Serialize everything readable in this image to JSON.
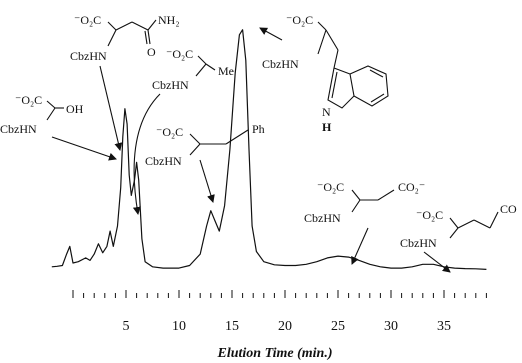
{
  "chart_data": {
    "type": "line",
    "title": "",
    "xlabel": "Elution Time (min.)",
    "ylabel": "",
    "xlim": [
      -4,
      39
    ],
    "ylim": [
      0,
      100
    ],
    "x_ticks": [
      5,
      10,
      15,
      20,
      25,
      30,
      35
    ],
    "grid": false,
    "legend": "none",
    "series": [
      {
        "points": [
          [
            -2.0,
            4.0
          ],
          [
            -1.5,
            4.2
          ],
          [
            -1.0,
            4.5
          ],
          [
            -0.6,
            9.0
          ],
          [
            -0.3,
            12.0
          ],
          [
            0.0,
            5.5
          ],
          [
            0.5,
            6.0
          ],
          [
            1.2,
            7.5
          ],
          [
            1.6,
            6.5
          ],
          [
            2.0,
            9.0
          ],
          [
            2.4,
            13.0
          ],
          [
            2.8,
            9.5
          ],
          [
            3.2,
            12.0
          ],
          [
            3.5,
            18.0
          ],
          [
            3.8,
            12.0
          ],
          [
            4.2,
            20.0
          ],
          [
            4.5,
            35.0
          ],
          [
            4.7,
            55.0
          ],
          [
            4.9,
            66.0
          ],
          [
            5.1,
            60.0
          ],
          [
            5.3,
            40.0
          ],
          [
            5.5,
            32.0
          ],
          [
            5.8,
            38.0
          ],
          [
            6.0,
            45.0
          ],
          [
            6.2,
            38.0
          ],
          [
            6.5,
            15.0
          ],
          [
            6.8,
            6.0
          ],
          [
            7.5,
            4.0
          ],
          [
            8.5,
            3.5
          ],
          [
            10.0,
            3.5
          ],
          [
            11.0,
            4.5
          ],
          [
            12.0,
            9.0
          ],
          [
            12.6,
            20.0
          ],
          [
            13.0,
            26.0
          ],
          [
            13.4,
            22.0
          ],
          [
            13.8,
            18.0
          ],
          [
            14.3,
            28.0
          ],
          [
            14.8,
            50.0
          ],
          [
            15.3,
            80.0
          ],
          [
            15.7,
            95.0
          ],
          [
            16.0,
            97.0
          ],
          [
            16.3,
            85.0
          ],
          [
            16.6,
            50.0
          ],
          [
            16.9,
            20.0
          ],
          [
            17.3,
            10.0
          ],
          [
            18.0,
            6.0
          ],
          [
            19.0,
            4.8
          ],
          [
            20.0,
            4.5
          ],
          [
            21.0,
            4.5
          ],
          [
            22.0,
            5.0
          ],
          [
            23.0,
            6.0
          ],
          [
            24.0,
            7.5
          ],
          [
            25.0,
            8.2
          ],
          [
            26.0,
            7.8
          ],
          [
            27.0,
            6.5
          ],
          [
            28.0,
            5.0
          ],
          [
            29.0,
            4.0
          ],
          [
            30.0,
            3.5
          ],
          [
            31.0,
            3.5
          ],
          [
            32.0,
            4.0
          ],
          [
            33.0,
            5.0
          ],
          [
            34.0,
            5.0
          ],
          [
            35.0,
            4.0
          ],
          [
            36.0,
            3.5
          ],
          [
            37.0,
            3.3
          ],
          [
            38.0,
            3.2
          ],
          [
            39.0,
            3.0
          ]
        ]
      }
    ],
    "annotations": [
      {
        "id": "ser",
        "lines": [
          "⁻O₂C",
          "CbzHN",
          "OH"
        ],
        "peak_x": 4.9
      },
      {
        "id": "asn",
        "lines": [
          "⁻O₂C",
          "NH₂",
          "CbzHN",
          "O"
        ],
        "peak_x": 4.9
      },
      {
        "id": "ala",
        "lines": [
          "⁻O₂C",
          "Me",
          "CbzHN"
        ],
        "peak_x": 6.0
      },
      {
        "id": "phe",
        "lines": [
          "⁻O₂C",
          "Ph",
          "CbzHN"
        ],
        "peak_x": 13.0
      },
      {
        "id": "trp",
        "lines": [
          "⁻O₂C",
          "CbzHN",
          "N",
          "H"
        ],
        "peak_x": 16.0
      },
      {
        "id": "asp",
        "lines": [
          "⁻O₂C",
          "CO₂⁻",
          "CbzHN"
        ],
        "peak_x": 25.0
      },
      {
        "id": "glu",
        "lines": [
          "⁻O₂C",
          "CO",
          "CbzHN"
        ],
        "peak_x": 33.0
      }
    ]
  }
}
